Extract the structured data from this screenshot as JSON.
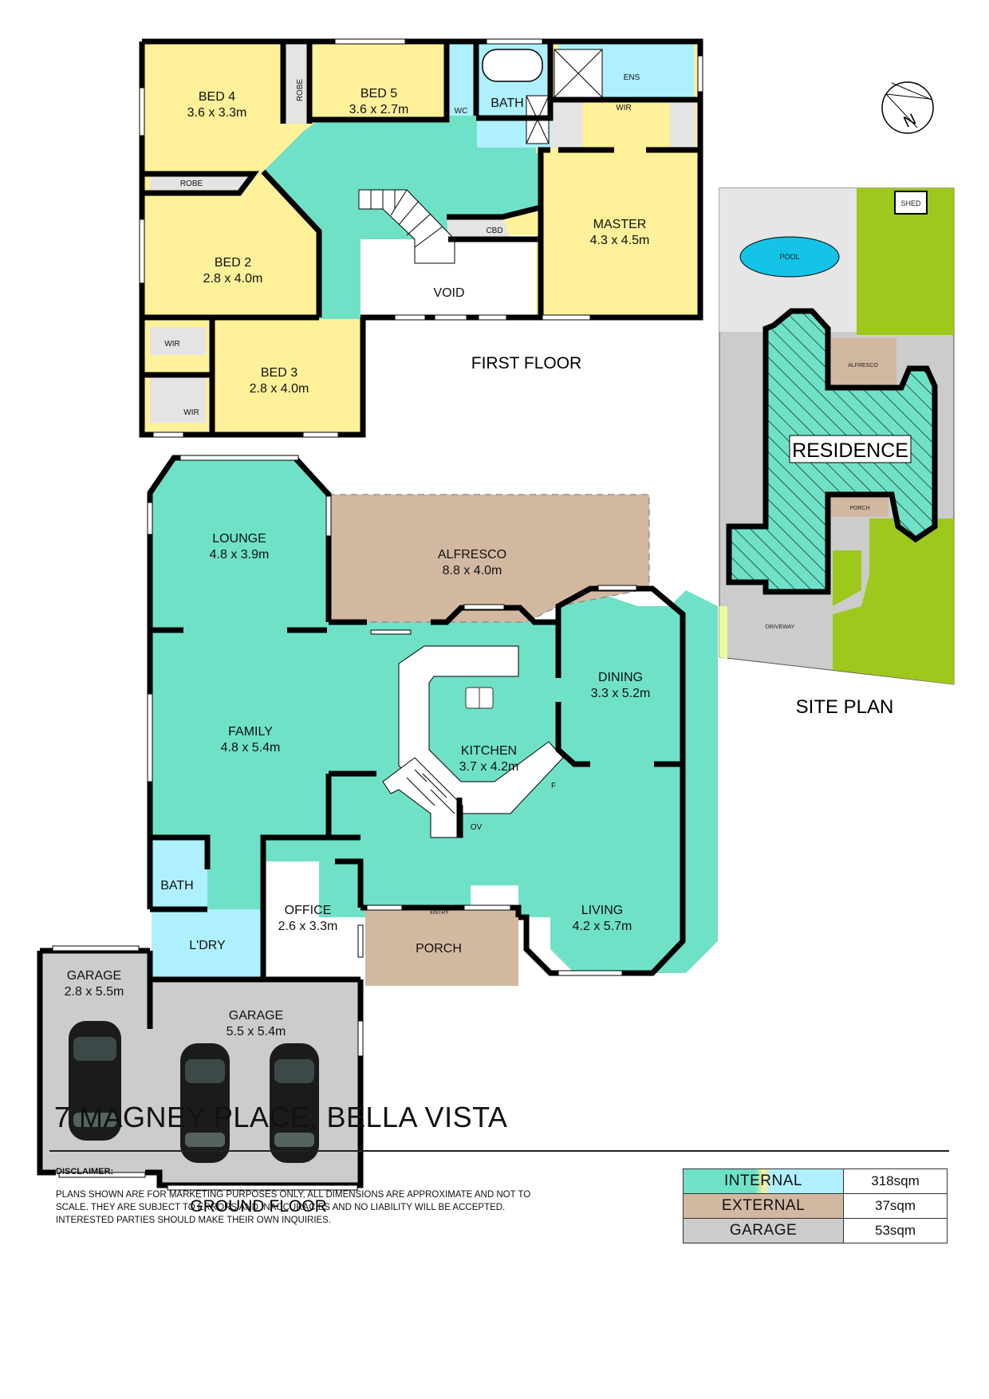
{
  "address": "7 MAGNEY PLACE, BELLA VISTA",
  "first_floor": {
    "label": "FIRST FLOOR",
    "rooms": [
      {
        "name": "BED 4",
        "size": "3.6 x 3.3m"
      },
      {
        "name": "BED 5",
        "size": "3.6 x 2.7m"
      },
      {
        "name": "BED 2",
        "size": "2.8 x 4.0m"
      },
      {
        "name": "BED 3",
        "size": "2.8 x 4.0m"
      },
      {
        "name": "MASTER",
        "size": "4.3 x 4.5m"
      },
      {
        "name": "BATH",
        "size": ""
      },
      {
        "name": "VOID",
        "size": ""
      }
    ],
    "small_labels": [
      "ROBE",
      "ROBE",
      "WC",
      "ENS",
      "WIR",
      "CBD",
      "WIR",
      "WIR"
    ]
  },
  "ground_floor": {
    "label": "GROUND FLOOR",
    "rooms": [
      {
        "name": "LOUNGE",
        "size": "4.8 x 3.9m"
      },
      {
        "name": "ALFRESCO",
        "size": "8.8 x 4.0m"
      },
      {
        "name": "FAMILY",
        "size": "4.8 x 5.4m"
      },
      {
        "name": "KITCHEN",
        "size": "3.7 x 4.2m"
      },
      {
        "name": "DINING",
        "size": "3.3 x 5.2m"
      },
      {
        "name": "LIVING",
        "size": "4.2 x 5.7m"
      },
      {
        "name": "OFFICE",
        "size": "2.6 x 3.3m"
      },
      {
        "name": "GARAGE",
        "size": "2.8 x 5.5m"
      },
      {
        "name": "GARAGE",
        "size": "5.5 x 5.4m"
      },
      {
        "name": "BATH",
        "size": ""
      },
      {
        "name": "L'DRY",
        "size": ""
      },
      {
        "name": "PORCH",
        "size": ""
      }
    ],
    "small_labels": [
      "OV",
      "F",
      "ENTRY"
    ]
  },
  "site_plan": {
    "label": "SITE PLAN",
    "areas": [
      "POOL",
      "SHED",
      "ALFRESCO",
      "RESIDENCE",
      "PORCH",
      "DRIVEWAY"
    ],
    "compass": "N"
  },
  "disclaimer": {
    "heading": "DISCLAIMER:",
    "text": "PLANS SHOWN ARE FOR MARKETING PURPOSES ONLY, ALL DIMENSIONS ARE APPROXIMATE AND NOT TO SCALE. THEY ARE SUBJECT TO ERRORS AND INACCURACIES AND NO LIABILITY WILL BE ACCEPTED. INTERESTED PARTIES SHOULD MAKE THEIR OWN INQUIRIES."
  },
  "legend": [
    {
      "label": "INTERNAL",
      "value": "318sqm",
      "color": "#6fe1c7",
      "color2": "#aef0ff"
    },
    {
      "label": "EXTERNAL",
      "value": "37sqm",
      "color": "#d3b8a1"
    },
    {
      "label": "GARAGE",
      "value": "53sqm",
      "color": "#cccccc"
    }
  ],
  "colors": {
    "internal": "#6fe1c7",
    "bedroom": "#fff09a",
    "wet": "#aef0ff",
    "external": "#d3b8a1",
    "garage": "#cccccc",
    "robe": "#e4e4e4",
    "lawn": "#9ec81c",
    "pool": "#14c3e6",
    "wall": "#000000"
  }
}
